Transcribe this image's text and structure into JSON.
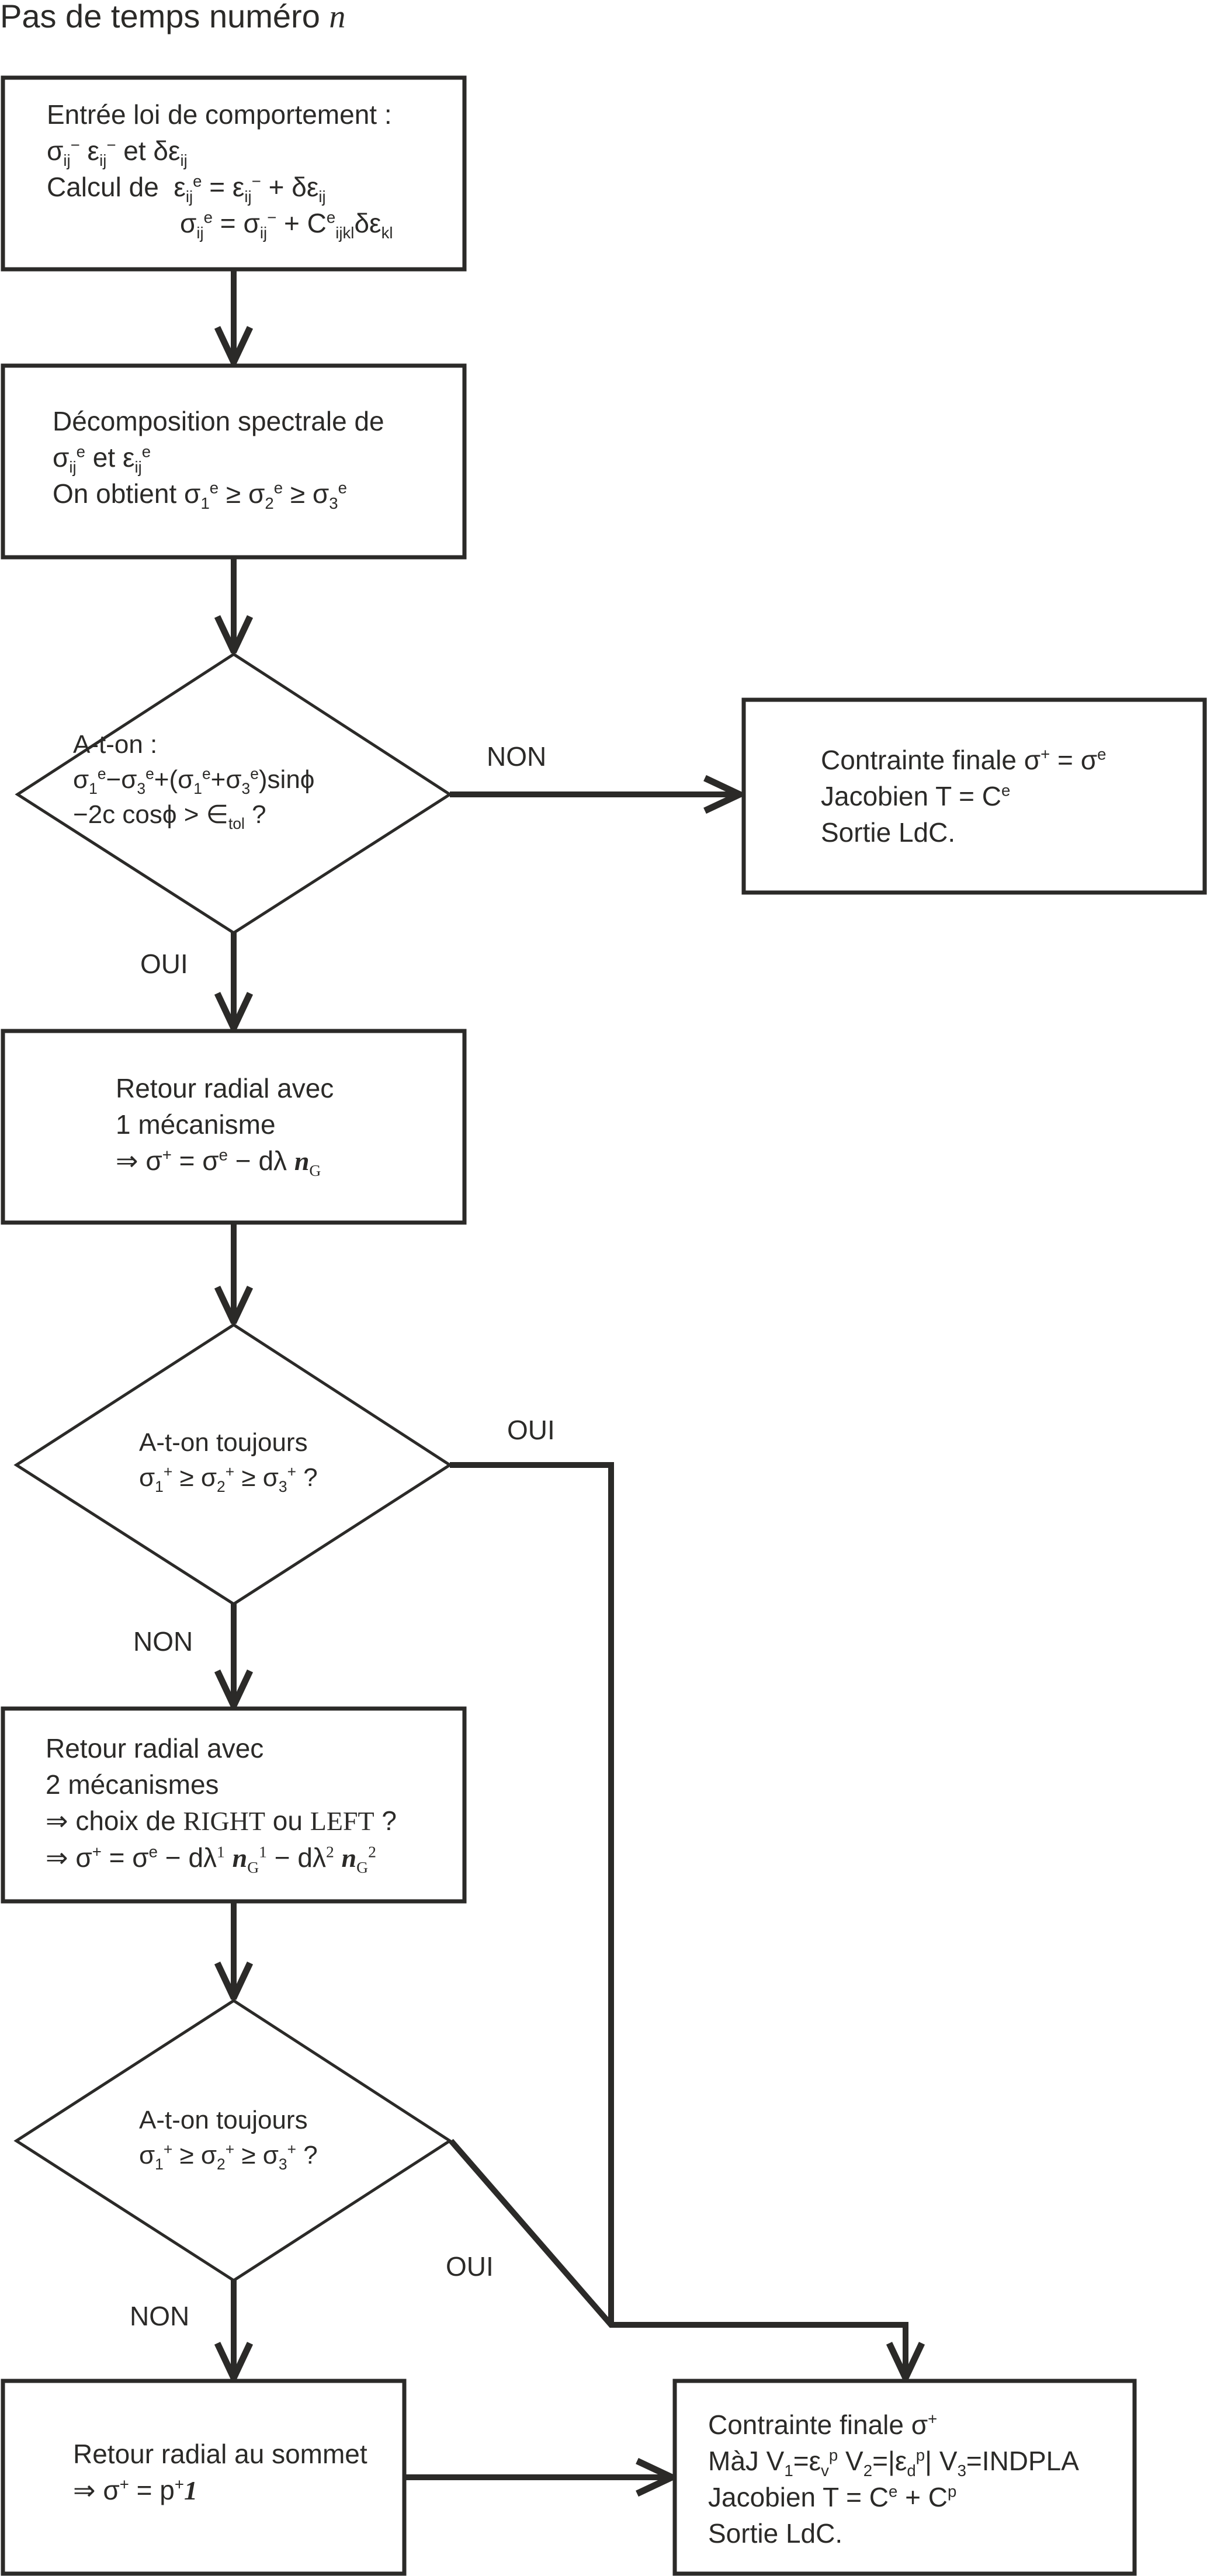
{
  "title": {
    "text": "Pas de temps numéro",
    "variable": "n"
  },
  "nodes": {
    "input_box": {
      "lines": [
        "Entrée loi de comportement :",
        "σij⁻ εij⁻ et δεij",
        "Calcul de  εijᵉ = εij⁻ + δεij",
        "σijᵉ = σij⁻ + Cᵉijkl δεkl"
      ]
    },
    "spectral_box": {
      "lines": [
        "Décomposition spectrale de",
        "σijᵉ et εijᵉ",
        "On obtient σ1ᵉ ≥ σ2ᵉ ≥ σ3ᵉ"
      ]
    },
    "decision_1": {
      "lines": [
        "A-t-on :",
        "σ1ᵉ−σ3ᵉ+(σ1ᵉ+σ3ᵉ)sinϕ",
        "−2c cosϕ > ∈tol ?"
      ]
    },
    "elastic_exit_box": {
      "lines": [
        "Contrainte finale σ⁺ = σᵉ",
        "Jacobien T = Cᵉ",
        "Sortie LdC."
      ]
    },
    "return_1_box": {
      "lines": [
        "Retour radial avec",
        "1 mécanisme",
        "⇒ σ⁺ = σᵉ − dλ nG"
      ]
    },
    "decision_2": {
      "lines": [
        "A-t-on toujours",
        "σ1⁺ ≥ σ2⁺ ≥ σ3⁺ ?"
      ]
    },
    "return_2_box": {
      "lines": [
        "Retour radial avec",
        "2 mécanismes",
        "⇒ choix de RIGHT ou LEFT ?",
        "⇒ σ⁺ = σᵉ − dλ¹ nG¹ − dλ² nG²"
      ]
    },
    "decision_3": {
      "lines": [
        "A-t-on toujours",
        "σ1⁺ ≥ σ2⁺ ≥ σ3⁺ ?"
      ]
    },
    "apex_box": {
      "lines": [
        "Retour radial au sommet",
        "⇒ σ⁺ = p⁺1"
      ]
    },
    "plastic_exit_box": {
      "lines": [
        "Contrainte finale σ⁺",
        "MàJ V1=εvᵖ V2=|εdᵖ| V3=INDPLA",
        "Jacobien T = Cᵉ + Cᵖ",
        "Sortie LdC."
      ]
    }
  },
  "edge_labels": {
    "d1_no": "NON",
    "d1_yes": "OUI",
    "d2_yes": "OUI",
    "d2_no": "NON",
    "d3_yes": "OUI",
    "d3_no": "NON"
  },
  "edges": [
    {
      "from": "input_box",
      "to": "spectral_box",
      "label": ""
    },
    {
      "from": "spectral_box",
      "to": "decision_1",
      "label": ""
    },
    {
      "from": "decision_1",
      "to": "elastic_exit_box",
      "label": "NON"
    },
    {
      "from": "decision_1",
      "to": "return_1_box",
      "label": "OUI"
    },
    {
      "from": "return_1_box",
      "to": "decision_2",
      "label": ""
    },
    {
      "from": "decision_2",
      "to": "plastic_exit_box",
      "label": "OUI"
    },
    {
      "from": "decision_2",
      "to": "return_2_box",
      "label": "NON"
    },
    {
      "from": "return_2_box",
      "to": "decision_3",
      "label": ""
    },
    {
      "from": "decision_3",
      "to": "plastic_exit_box",
      "label": "OUI"
    },
    {
      "from": "decision_3",
      "to": "apex_box",
      "label": "NON"
    },
    {
      "from": "apex_box",
      "to": "plastic_exit_box",
      "label": ""
    }
  ],
  "colors": {
    "ink": "#2b2a28",
    "background": "#ffffff"
  }
}
